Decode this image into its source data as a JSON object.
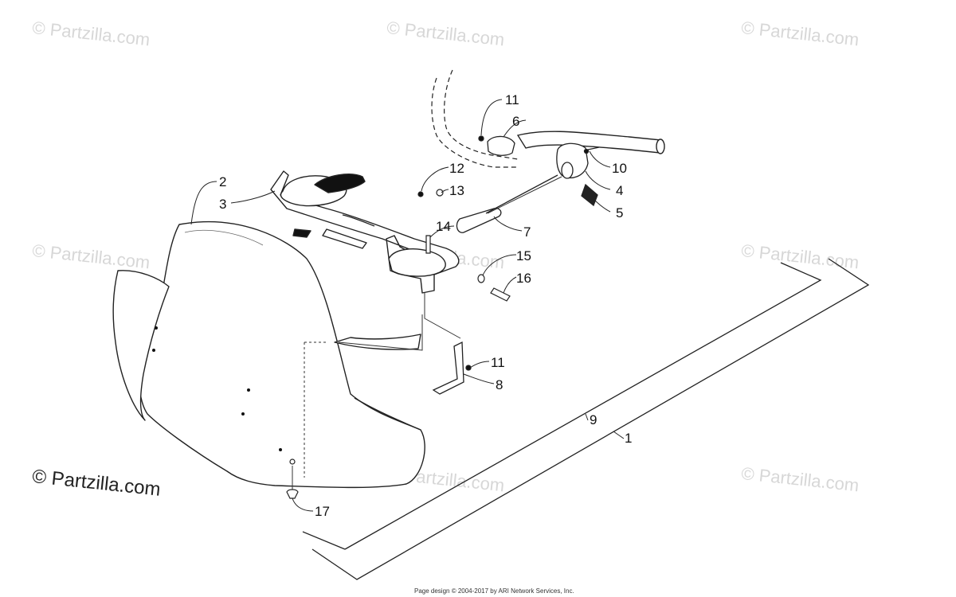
{
  "watermark": "© Partzilla.com",
  "footer": "Page design © 2004-2017 by ARI Network Services, Inc.",
  "callouts": [
    "11",
    "6",
    "10",
    "4",
    "5",
    "12",
    "13",
    "2",
    "3",
    "14",
    "7",
    "15",
    "16",
    "11",
    "8",
    "9",
    "1",
    "17"
  ]
}
